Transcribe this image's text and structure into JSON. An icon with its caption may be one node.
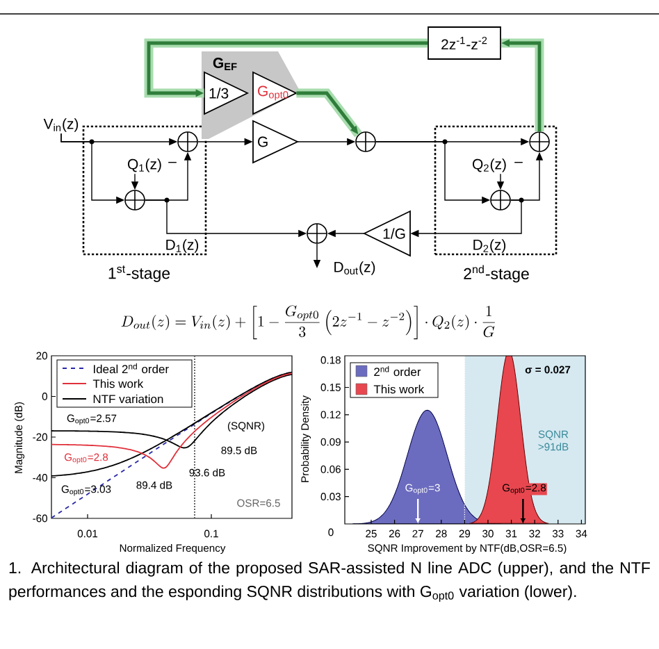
{
  "diagram": {
    "caption": "1. Architectural diagram of the proposed SAR-assisted N line ADC (upper), and the NTF performances and the esponding SQNR distributions with G$_{opt0}$ variation (lower).",
    "nodes": [
      {
        "text": [
          "1$^{st}$-stage"
        ]
      },
      {
        "text": [
          "V$_{in}$(z)"
        ]
      },
      {
        "text": [],
        "shape": "circle",
        "in": 0
      },
      {
        "text": [
          "Q$_{1}$(z)"
        ],
        "in": 0
      },
      {
        "text": [],
        "shape": "circle",
        "in": 0
      },
      {
        "text": [
          "G$_{EF}$"
        ]
      },
      {
        "text": [
          "1/3"
        ],
        "in": 5
      },
      {
        "text": [
          "G$_{opt0}$"
        ],
        "in": 5
      },
      {
        "text": [
          "G"
        ]
      },
      {
        "text": [],
        "shape": "circle"
      },
      {
        "text": [
          "2z$^{-1}$-z$^{-2}$"
        ]
      },
      {
        "text": [
          "2$^{nd}$-stage"
        ]
      },
      {
        "text": [],
        "shape": "circle",
        "in": 11
      },
      {
        "text": [
          "Q$_{2}$(z)"
        ],
        "in": 11
      },
      {
        "text": [],
        "shape": "circle",
        "in": 11
      },
      {
        "text": [
          "1/G"
        ]
      },
      {
        "text": [],
        "shape": "circle"
      },
      {
        "text": [
          "D$_{out}$(z)"
        ]
      }
    ],
    "edges": [
      {
        "from": 1,
        "to": 2,
        "arrow": "to"
      },
      {
        "from": 1,
        "to": 4,
        "arrow": "to"
      },
      {
        "from": 3,
        "to": 4,
        "arrow": "to"
      },
      {
        "from": 4,
        "to": 2,
        "arrow": "to"
      },
      {
        "from": 4,
        "to": 16,
        "arrow": "to",
        "label": "D$_{1}$(z)"
      },
      {
        "from": 2,
        "to": 8,
        "arrow": "to"
      },
      {
        "from": 10,
        "to": 6,
        "arrow": "to",
        "style": "thick",
        "color": "#2f7d3a"
      },
      {
        "from": 7,
        "to": 9,
        "arrow": "to",
        "style": "thick",
        "color": "#2f7d3a"
      },
      {
        "from": 8,
        "to": 9,
        "arrow": "to"
      },
      {
        "from": 9,
        "to": 12,
        "arrow": "to"
      },
      {
        "from": 9,
        "to": 14,
        "arrow": "to"
      },
      {
        "from": 13,
        "to": 14,
        "arrow": "to"
      },
      {
        "from": 14,
        "to": 12,
        "arrow": "to"
      },
      {
        "from": 12,
        "to": 10,
        "arrow": "to",
        "style": "thick",
        "color": "#2f7d3a"
      },
      {
        "from": 14,
        "to": 15,
        "arrow": "to",
        "label": "D$_{2}$(z)"
      },
      {
        "from": 15,
        "to": 16,
        "arrow": "to"
      },
      {
        "from": 16,
        "to": 17,
        "arrow": "to"
      }
    ],
    "labels": [
      "–",
      "–",
      "D_{out}(z)=V_{in}(z)+\\left[1-\\frac{G_{opt0}}{3}\\left(2z^{-1}-z^{-2}\\right)\\right]\\cdot Q_{2}(z)\\cdot\\frac{1}{G}",
      "20",
      "0",
      "-20",
      "-40",
      "-60",
      "0.01",
      "0.1",
      "Normalized Frequency",
      "Magnitude (dB)",
      "G$_{opt0}$=2.57",
      "G$_{opt0}$=2.8",
      "G$_{opt0}$=3.03",
      "(SQNR)",
      "89.5 dB",
      "93.6 dB",
      "89.4 dB",
      "OSR=6.5",
      "0.18",
      "0.15",
      "0.12",
      "0.09",
      "0.06",
      "0.03",
      "0",
      "25",
      "26",
      "27",
      "28",
      "29",
      "30",
      "31",
      "32",
      "33",
      "34",
      "SQNR Improvement by NTF(dB,OSR=6.5)",
      "Probability Density",
      "σ = 0.027",
      "SQNR >91dB",
      "G$_{opt0}$=3",
      "G$_{opt0}$=2.8"
    ],
    "legend": [
      {
        "text": "Ideal 2$^{nd}$ order"
      },
      {
        "text": "This work"
      },
      {
        "text": "NTF variation"
      },
      {
        "text": "2$^{nd}$ order",
        "color": "#6b6bbf"
      },
      {
        "text": "This work",
        "color": "#e8474f"
      }
    ]
  }
}
